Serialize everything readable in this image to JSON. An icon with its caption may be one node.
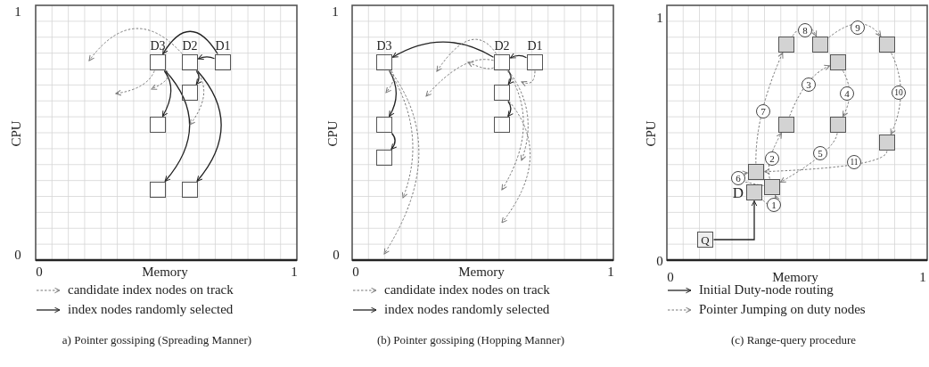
{
  "diagram": {
    "nodes": [
      {
        "text": [
          "D3"
        ]
      },
      {
        "text": [
          "D2"
        ]
      },
      {
        "text": [
          "D1"
        ]
      },
      {
        "text": [],
        "shape": "box"
      },
      {
        "text": [],
        "shape": "box"
      },
      {
        "text": [],
        "shape": "box"
      },
      {
        "text": [],
        "shape": "box"
      },
      {
        "text": [
          "D3"
        ]
      },
      {
        "text": [
          "D2"
        ]
      },
      {
        "text": [
          "D1"
        ]
      },
      {
        "text": [],
        "shape": "box"
      },
      {
        "text": [],
        "shape": "box"
      },
      {
        "text": [],
        "shape": "box"
      },
      {
        "text": [],
        "shape": "box"
      },
      {
        "text": [],
        "shape": "box"
      },
      {
        "text": [],
        "shape": "box"
      },
      {
        "text": [],
        "shape": "box"
      },
      {
        "text": [],
        "shape": "box"
      },
      {
        "text": [],
        "shape": "box"
      },
      {
        "text": [],
        "shape": "box"
      },
      {
        "text": [],
        "shape": "box"
      },
      {
        "text": [],
        "shape": "box"
      },
      {
        "text": [
          "D"
        ]
      },
      {
        "text": [],
        "shape": "box"
      },
      {
        "text": [
          "Q"
        ]
      }
    ],
    "edges": [
      {
        "from": 2,
        "to": 0,
        "arrow": "to"
      },
      {
        "from": 2,
        "to": 1,
        "arrow": "to"
      },
      {
        "from": 0,
        "to": 4,
        "arrow": "to"
      },
      {
        "from": 0,
        "to": 5,
        "arrow": "to"
      },
      {
        "from": 1,
        "to": 3,
        "arrow": "to"
      },
      {
        "from": 1,
        "to": 6,
        "arrow": "to"
      },
      {
        "from": 1,
        "to": null,
        "arrow": "to",
        "style": "dashed"
      },
      {
        "from": 0,
        "to": null,
        "arrow": "to",
        "style": "dashed"
      },
      {
        "from": 0,
        "to": null,
        "arrow": "to",
        "style": "dashed"
      },
      {
        "from": 1,
        "to": null,
        "arrow": "to",
        "style": "dashed"
      },
      {
        "from": 9,
        "to": 8,
        "arrow": "to"
      },
      {
        "from": 8,
        "to": 7,
        "arrow": "to"
      },
      {
        "from": 7,
        "to": 11,
        "arrow": "to"
      },
      {
        "from": 11,
        "to": 13,
        "arrow": "to"
      },
      {
        "from": 8,
        "to": 10,
        "arrow": "to"
      },
      {
        "from": 10,
        "to": 12,
        "arrow": "to"
      },
      {
        "from": 8,
        "to": null,
        "arrow": "to",
        "style": "dashed"
      },
      {
        "from": 8,
        "to": null,
        "arrow": "to",
        "style": "dashed"
      },
      {
        "from": 8,
        "to": null,
        "arrow": "to",
        "style": "dashed"
      },
      {
        "from": 9,
        "to": null,
        "arrow": "to",
        "style": "dashed"
      },
      {
        "from": 7,
        "to": null,
        "arrow": "to",
        "style": "dashed"
      },
      {
        "from": 7,
        "to": null,
        "arrow": "to",
        "style": "dashed"
      },
      {
        "from": 8,
        "to": null,
        "arrow": "to",
        "style": "dashed"
      },
      {
        "from": 8,
        "to": null,
        "arrow": "to",
        "style": "dashed"
      },
      {
        "from": 10,
        "to": null,
        "arrow": "to",
        "style": "dashed"
      },
      {
        "from": 7,
        "to": null,
        "arrow": "to",
        "style": "dashed"
      },
      {
        "from": 24,
        "to": 22,
        "arrow": "to"
      },
      {
        "from": 22,
        "to": 23,
        "arrow": "to",
        "style": "dashed",
        "label": "1"
      },
      {
        "from": 23,
        "to": 18,
        "arrow": "to",
        "style": "dashed",
        "label": "2"
      },
      {
        "from": 18,
        "to": 17,
        "arrow": "to",
        "style": "dashed",
        "label": "3"
      },
      {
        "from": 17,
        "to": 19,
        "arrow": "to",
        "style": "dashed",
        "label": "4"
      },
      {
        "from": 19,
        "to": 23,
        "arrow": "to",
        "style": "dashed",
        "label": "5"
      },
      {
        "from": 23,
        "to": 21,
        "arrow": "to",
        "style": "dashed",
        "label": "6"
      },
      {
        "from": 21,
        "to": 14,
        "arrow": "to",
        "style": "dashed",
        "label": "7"
      },
      {
        "from": 14,
        "to": 15,
        "arrow": "to",
        "style": "dashed",
        "label": "8"
      },
      {
        "from": 15,
        "to": 16,
        "arrow": "to",
        "style": "dashed",
        "label": "9"
      },
      {
        "from": 16,
        "to": 20,
        "arrow": "to",
        "style": "dashed",
        "label": "10"
      },
      {
        "from": 20,
        "to": 21,
        "arrow": "to",
        "style": "dashed",
        "label": "11"
      }
    ],
    "labels": [
      "1",
      "CPU",
      "0",
      "0",
      "Memory",
      "1",
      "1",
      "CPU",
      "0",
      "0",
      "Memory",
      "1",
      "1",
      "CPU",
      "0",
      "0",
      "Memory",
      "1",
      "a) Pointer gossiping (Spreading Manner)",
      "(b) Pointer gossiping (Hopping Manner)",
      "(c) Range-query procedure"
    ],
    "legend": [
      {
        "text": "candidate index nodes on track"
      },
      {
        "text": "index nodes randomly selected"
      },
      {
        "text": "candidate index nodes on track"
      },
      {
        "text": "index nodes randomly selected"
      },
      {
        "text": "Initial Duty-node routing"
      },
      {
        "text": "Pointer Jumping on duty nodes"
      }
    ]
  }
}
